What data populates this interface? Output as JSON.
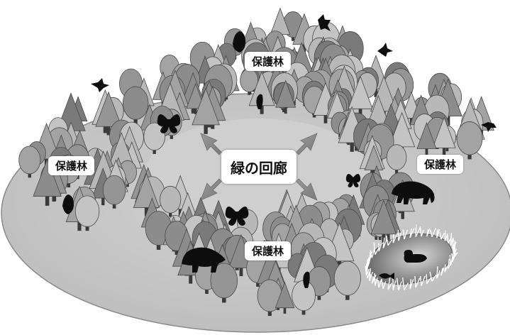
{
  "center": {
    "title": "緑の回廊"
  },
  "forests": [
    {
      "label": "保護林"
    },
    {
      "label": "保護林"
    },
    {
      "label": "保護林"
    },
    {
      "label": "保護林"
    }
  ]
}
